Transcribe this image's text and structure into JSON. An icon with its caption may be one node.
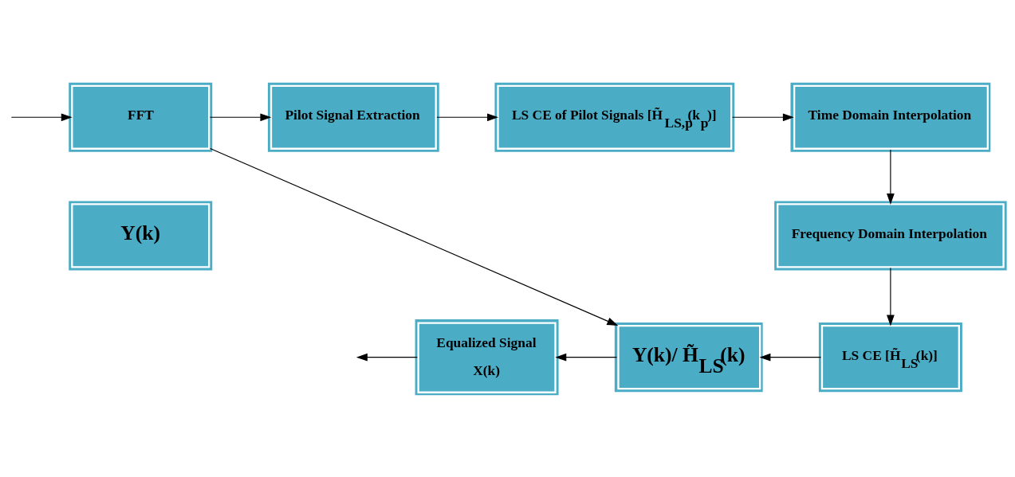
{
  "diagram": {
    "nodes": [
      {
        "text": [
          "FFT"
        ]
      },
      {
        "text": [
          "Pilot Signal Extraction"
        ]
      },
      {
        "text": [
          "LS CE of Pilot Signals [H̃$_{LS,p}$(k$_{p}$)]"
        ]
      },
      {
        "text": [
          "Time Domain Interpolation"
        ]
      },
      {
        "text": [
          "Frequency Domain Interpolation"
        ]
      },
      {
        "text": [
          "Y(k)"
        ]
      },
      {
        "text": [
          "Y(k)/ H̃$_{LS}$(k)"
        ]
      },
      {
        "text": [
          "LS CE [H̃$_{LS}$(k)]"
        ]
      },
      {
        "text": [
          "Equalized Signal",
          "X(k)"
        ]
      }
    ],
    "edges": [
      {
        "from": null,
        "to": 0,
        "arrow": "to"
      },
      {
        "from": 0,
        "to": 1,
        "arrow": "to"
      },
      {
        "from": 1,
        "to": 2,
        "arrow": "to"
      },
      {
        "from": 2,
        "to": 3,
        "arrow": "to"
      },
      {
        "from": 3,
        "to": 4,
        "arrow": "to"
      },
      {
        "from": 4,
        "to": 7,
        "arrow": "to"
      },
      {
        "from": 7,
        "to": 6,
        "arrow": "to"
      },
      {
        "from": 0,
        "to": 6,
        "arrow": "to"
      },
      {
        "from": 6,
        "to": 8,
        "arrow": "to"
      },
      {
        "from": 8,
        "to": null,
        "arrow": "to"
      }
    ]
  }
}
